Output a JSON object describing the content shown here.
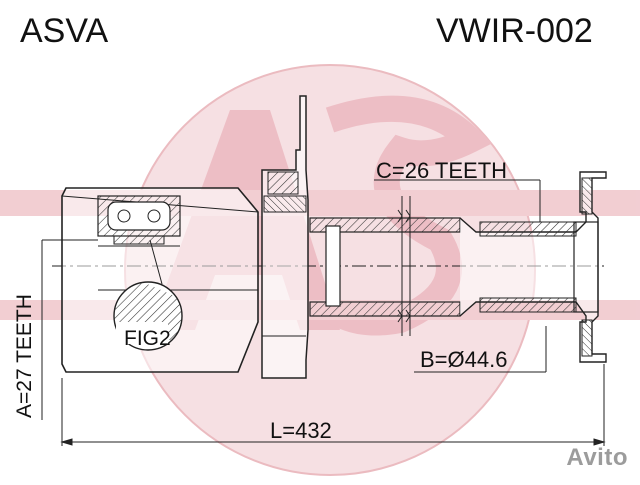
{
  "header": {
    "brand": "ASVA",
    "part_number": "VWIR-002"
  },
  "callouts": {
    "c_teeth": "C=26 TEETH",
    "a_teeth": "A=27 TEETH",
    "b_diameter": "B=Ø44.6",
    "length": "L=432",
    "figure_ref": "FIG2"
  },
  "watermark": {
    "text": "Avito"
  },
  "colors": {
    "drawing": "#222222",
    "hatch": "#333333",
    "logo": "#e6a4ac",
    "logo_light": "#f3d3d7",
    "watermark": "#9c9c9c"
  }
}
